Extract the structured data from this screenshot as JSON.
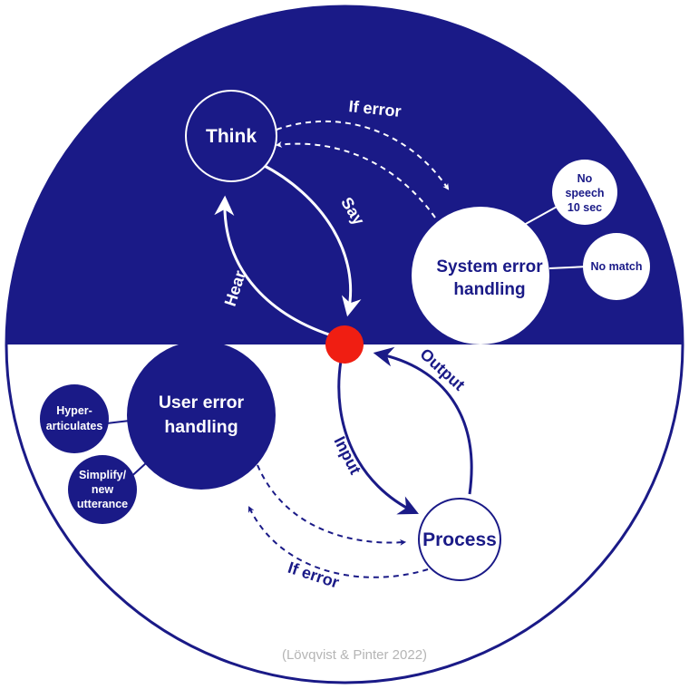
{
  "colors": {
    "navy": "#1a1a87",
    "white": "#ffffff",
    "red_dot": "#f01e12",
    "credit_gray": "#b5b5b5"
  },
  "nodes": {
    "think": "Think",
    "system_error": [
      "System error",
      "handling"
    ],
    "no_speech": [
      "No",
      "speech",
      "10 sec"
    ],
    "no_match": "No match",
    "user_error": [
      "User error",
      "handling"
    ],
    "hyper": [
      "Hyper-",
      "articulates"
    ],
    "simplify": [
      "Simplify/",
      "new",
      "utterance"
    ],
    "process": "Process"
  },
  "arrows": {
    "say": "Say",
    "hear": "Hear",
    "input": "Input",
    "output": "Output",
    "if_error_top": "If error",
    "if_error_bottom": "If error"
  },
  "credit": "(Lövqvist & Pinter 2022)"
}
